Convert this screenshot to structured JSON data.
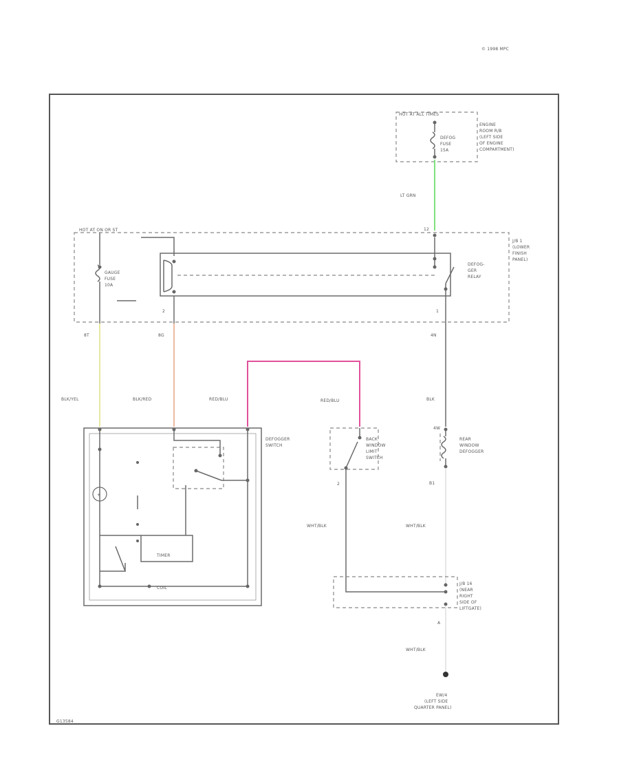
{
  "header": {
    "ref": "© 1998 MPC"
  },
  "footer": {
    "code": "G13584"
  },
  "hot_box": {
    "label": "HOT AT ALL TIMES"
  },
  "engine_fuse_box": {
    "fuse_lines": [
      "DEFOG",
      "FUSE",
      "15A"
    ],
    "location_lines": [
      "ENGINE",
      "ROOM R/B",
      "(LEFT SIDE",
      "OF ENGINE",
      "COMPARTMENT)"
    ]
  },
  "hot_run": {
    "label": "HOT AT ON OR ST"
  },
  "gauge_fuse": {
    "lines": [
      "GAUGE",
      "FUSE",
      "10A"
    ]
  },
  "jb": {
    "lines": [
      "J/B 1",
      "(LOWER",
      "FINISH",
      "PANEL)"
    ]
  },
  "relay": {
    "lines": [
      "DEFOG-",
      "GER",
      "RELAY"
    ]
  },
  "pins": {
    "relay_top": "12",
    "relay_left": "2",
    "relay_right": "1",
    "w_left": "8T",
    "w_mid": "8G",
    "w_right": "4N",
    "defogger_in": "4W",
    "defogger_out": "B1",
    "limit_sw": "2",
    "ground_jct": "A"
  },
  "wires": {
    "engine_feed": "LT GRN",
    "gauge_feed": "BLK/YEL",
    "relay_coil": "BLK/RED",
    "switch_left": "RED/BLU",
    "switch_right": "RED/BLU",
    "relay_out": "BLK",
    "limit_ground": "WHT/BLK",
    "defog_ground": "WHT/BLK",
    "main_ground": "WHT/BLK"
  },
  "defogger_switch": {
    "lines": [
      "DEFOGGER",
      "SWITCH"
    ],
    "timer": "TIMER",
    "coil": "COIL"
  },
  "limit_switch": {
    "lines": [
      "BACK",
      "WINDOW",
      "LIMIT",
      "SWITCH"
    ]
  },
  "rear_defogger": {
    "lines": [
      "REAR",
      "WINDOW",
      "DEFOGGER"
    ]
  },
  "jb_lift": {
    "lines": [
      "J/B 16",
      "(NEAR",
      "RIGHT",
      "SIDE OF",
      "LIFTGATE)"
    ]
  },
  "ground": {
    "lines": [
      "EW/4",
      "(LEFT SIDE",
      "QUARTER PANEL)"
    ]
  },
  "colors": {
    "lt_grn": "#7ee07e",
    "blk_yel": "#e8e8a0",
    "blk_red": "#f0b8a0",
    "red_blu": "#e0509a",
    "wire": "#6a6a6a",
    "frame": "#555555"
  }
}
